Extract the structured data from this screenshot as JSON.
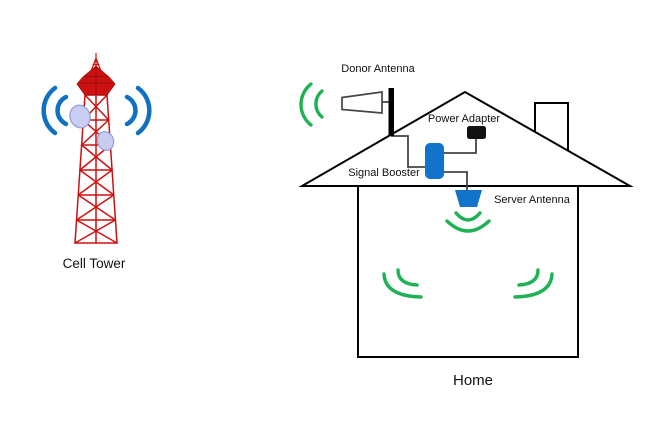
{
  "diagram": {
    "type": "cell-signal-booster-setup",
    "labels": {
      "cell_tower": "Cell Tower",
      "donor_antenna": "Donor Antenna",
      "power_adapter": "Power Adapter",
      "signal_booster": "Signal Booster",
      "server_antenna": "Server Antenna",
      "home": "Home"
    },
    "icons": {
      "cell_tower": "cell-tower-icon",
      "outdoor_signal": "blue-signal-waves-icon",
      "incoming_signal": "green-signal-waves-icon",
      "donor_antenna": "horn-antenna-icon",
      "mast": "antenna-mast-icon",
      "signal_booster": "booster-box-icon",
      "power_adapter": "power-adapter-icon",
      "server_antenna": "server-antenna-icon",
      "house": "house-icon"
    },
    "colors": {
      "background": "#ffffff",
      "tower_red": "#cc1111",
      "tower_red_dark": "#9b0d0d",
      "dish_lavender": "#c9cdf2",
      "dish_edge": "#939bdb",
      "signal_blue": "#1070c2",
      "device_blue": "#1173c9",
      "signal_green": "#1eb254",
      "adapter_black": "#111111",
      "outline_black": "#000000",
      "wire_gray": "#454545",
      "label_color": "#111111"
    }
  }
}
